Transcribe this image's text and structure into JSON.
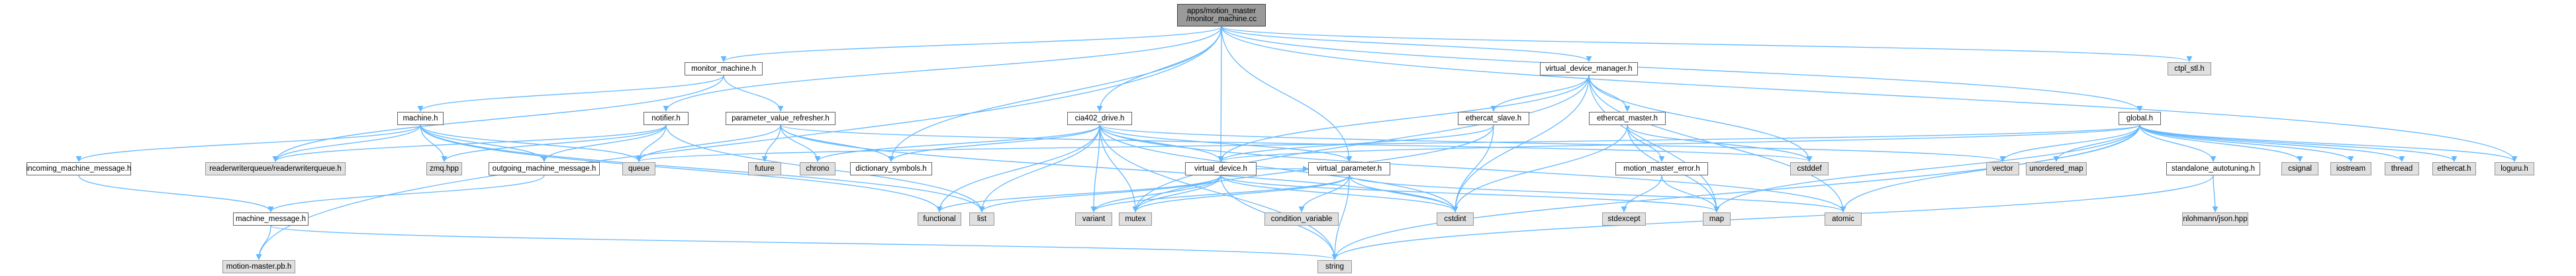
{
  "graph": {
    "edge_color": "#63b8ff",
    "root": {
      "line1": "apps/motion_master",
      "line2": "/monitor_machine.cc"
    },
    "nodes": {
      "monitor_machine_h": "monitor_machine.h",
      "machine_h": "machine.h",
      "incoming_machine_message_h": "incoming_machine_message.h",
      "machine_message_h": "machine_message.h",
      "motion_master_pb_h": "motion-master.pb.h",
      "readerwriterqueue_h": "readerwriterqueue/readerwriterqueue.h",
      "zmq_hpp": "zmq.hpp",
      "outgoing_machine_message_h": "outgoing_machine_message.h",
      "queue": "queue",
      "notifier_h": "notifier.h",
      "parameter_value_refresher_h": "parameter_value_refresher.h",
      "future": "future",
      "chrono": "chrono",
      "dictionary_symbols_h": "dictionary_symbols.h",
      "cia402_drive_h": "cia402_drive.h",
      "virtual_device_h": "virtual_device.h",
      "virtual_parameter_h": "virtual_parameter.h",
      "functional": "functional",
      "list": "list",
      "variant": "variant",
      "mutex": "mutex",
      "condition_variable": "condition_variable",
      "cstdint": "cstdint",
      "string": "string",
      "virtual_device_manager_h": "virtual_device_manager.h",
      "ethercat_slave_h": "ethercat_slave.h",
      "ethercat_master_h": "ethercat_master.h",
      "motion_master_error_h": "motion_master_error.h",
      "stdexcept": "stdexcept",
      "map": "map",
      "cstddef": "cstddef",
      "vector": "vector",
      "unordered_map": "unordered_map",
      "atomic": "atomic",
      "global_h": "global.h",
      "standalone_autotuning_h": "standalone_autotuning.h",
      "nlohmann_json_hpp": "nlohmann/json.hpp",
      "csignal": "csignal",
      "iostream": "iostream",
      "thread": "thread",
      "ethercat_h": "ethercat.h",
      "loguru_h": "loguru.h",
      "ctpl_stl_h": "ctpl_stl.h"
    }
  }
}
